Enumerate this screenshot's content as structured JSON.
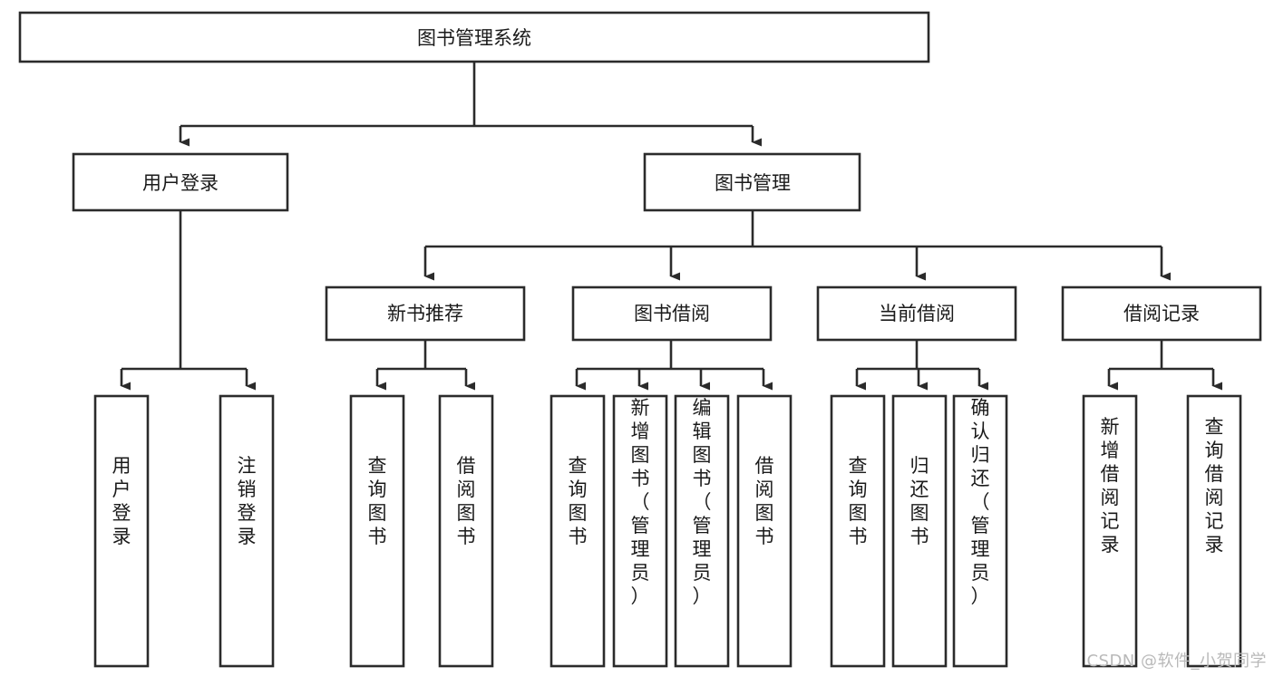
{
  "diagram": {
    "type": "tree-hierarchy",
    "title": "图书管理系统",
    "watermark": "CSDN @软件_小贺同学",
    "colors": {
      "stroke": "#2b2b2b",
      "fill": "#ffffff",
      "text": "#1a1a1a",
      "watermark": "#b9b9b9",
      "background": "#ffffff"
    },
    "levels": [
      {
        "level": 1,
        "nodes": [
          {
            "id": "root",
            "label": "图书管理系统",
            "orientation": "horizontal"
          }
        ]
      },
      {
        "level": 2,
        "nodes": [
          {
            "id": "user-login",
            "label": "用户登录",
            "orientation": "horizontal",
            "parent": "root"
          },
          {
            "id": "book-manage",
            "label": "图书管理",
            "orientation": "horizontal",
            "parent": "root"
          }
        ]
      },
      {
        "level": 3,
        "nodes": [
          {
            "id": "new-book-recommend",
            "label": "新书推荐",
            "orientation": "horizontal",
            "parent": "book-manage"
          },
          {
            "id": "book-borrow",
            "label": "图书借阅",
            "orientation": "horizontal",
            "parent": "book-manage"
          },
          {
            "id": "current-borrow",
            "label": "当前借阅",
            "orientation": "horizontal",
            "parent": "book-manage"
          },
          {
            "id": "borrow-record",
            "label": "借阅记录",
            "orientation": "horizontal",
            "parent": "book-manage"
          }
        ]
      },
      {
        "level": 4,
        "nodes": [
          {
            "id": "leaf-user-login",
            "label": "用户登录",
            "orientation": "vertical",
            "parent": "user-login"
          },
          {
            "id": "leaf-logout",
            "label": "注销登录",
            "orientation": "vertical",
            "parent": "user-login"
          },
          {
            "id": "leaf-query-book-1",
            "label": "查询图书",
            "orientation": "vertical",
            "parent": "new-book-recommend"
          },
          {
            "id": "leaf-borrow-book-1",
            "label": "借阅图书",
            "orientation": "vertical",
            "parent": "new-book-recommend"
          },
          {
            "id": "leaf-query-book-2",
            "label": "查询图书",
            "orientation": "vertical",
            "parent": "book-borrow"
          },
          {
            "id": "leaf-add-book",
            "label": "新增图书（管理员）",
            "orientation": "vertical",
            "parent": "book-borrow"
          },
          {
            "id": "leaf-edit-book",
            "label": "编辑图书（管理员）",
            "orientation": "vertical",
            "parent": "book-borrow"
          },
          {
            "id": "leaf-borrow-book-2",
            "label": "借阅图书",
            "orientation": "vertical",
            "parent": "book-borrow"
          },
          {
            "id": "leaf-query-book-3",
            "label": "查询图书",
            "orientation": "vertical",
            "parent": "current-borrow"
          },
          {
            "id": "leaf-return-book",
            "label": "归还图书",
            "orientation": "vertical",
            "parent": "current-borrow"
          },
          {
            "id": "leaf-confirm-return",
            "label": "确认归还（管理员）",
            "orientation": "vertical",
            "parent": "current-borrow"
          },
          {
            "id": "leaf-add-record",
            "label": "新增借阅记录",
            "orientation": "vertical",
            "parent": "borrow-record"
          },
          {
            "id": "leaf-query-record",
            "label": "查询借阅记录",
            "orientation": "vertical",
            "parent": "borrow-record"
          }
        ]
      }
    ]
  }
}
